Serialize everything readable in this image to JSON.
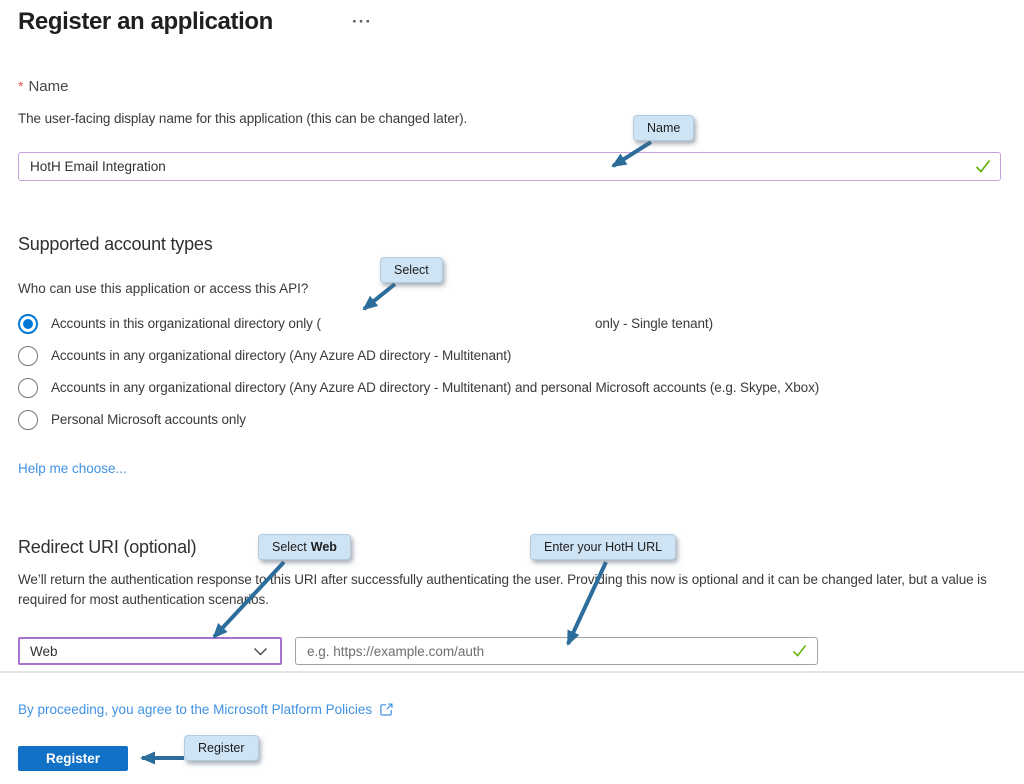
{
  "header": {
    "title": "Register an application",
    "more_options": "···"
  },
  "name_section": {
    "required_marker": "*",
    "label": "Name",
    "description": "The user-facing display name for this application (this can be changed later).",
    "input_value": "HotH Email Integration"
  },
  "account_section": {
    "heading": "Supported account types",
    "question": "Who can use this application or access this API?",
    "option1_prefix": "Accounts in this organizational directory only (",
    "option1_suffix": "only - Single tenant)",
    "option2": "Accounts in any organizational directory (Any Azure AD directory - Multitenant)",
    "option3": "Accounts in any organizational directory (Any Azure AD directory - Multitenant) and personal Microsoft accounts (e.g. Skype, Xbox)",
    "option4": "Personal Microsoft accounts only",
    "selected_option": 1,
    "help_link": "Help me choose..."
  },
  "redirect_section": {
    "heading": "Redirect URI (optional)",
    "description": "We’ll return the authentication response to this URI after successfully authenticating the user. Providing this now is optional and it can be changed later, but a value is required for most authentication scenarios.",
    "platform_value": "Web",
    "uri_placeholder": "e.g. https://example.com/auth"
  },
  "footer": {
    "policy_link": "By proceeding, you agree to the Microsoft Platform Policies",
    "register_button": "Register"
  },
  "annotations": {
    "name_callout": "Name",
    "select_callout": "Select",
    "select_web_prefix": "Select",
    "select_web_bold": "Web",
    "enter_url_callout": "Enter your HotH URL",
    "register_callout": "Register"
  },
  "colors": {
    "accent_blue": "#0078d4",
    "link_blue": "#4191e2",
    "button_blue": "#1171c7",
    "callout_bg": "#cee4f5",
    "arrow_blue": "#2c6d9c",
    "valid_green": "#5cb200",
    "name_input_border_purple": "#c7a1d9",
    "dropdown_border_purple": "#a873ce",
    "required_red": "#e05c5c"
  }
}
